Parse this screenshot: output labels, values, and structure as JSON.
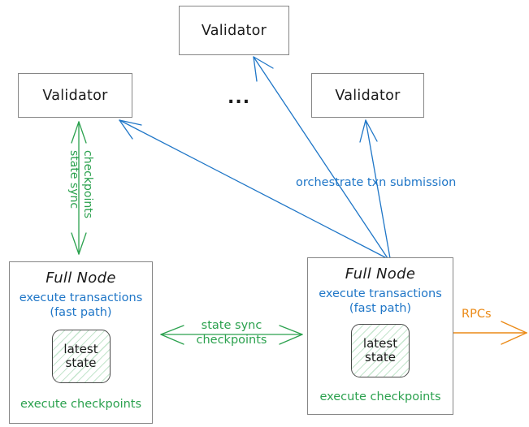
{
  "diagram": {
    "title_nodes": {
      "validator_label": "Validator",
      "fullnode_label": "Full Node"
    },
    "validators": [
      {
        "name": "validator-top",
        "label": "Validator"
      },
      {
        "name": "validator-left",
        "label": "Validator"
      },
      {
        "name": "validator-right",
        "label": "Validator"
      }
    ],
    "ellipsis": "...",
    "full_nodes": [
      {
        "name": "full-node-left",
        "title": "Full Node",
        "blue_line_1": "execute transactions",
        "blue_line_2": "(fast path)",
        "state_line_1": "latest",
        "state_line_2": "state",
        "green_footer": "execute checkpoints"
      },
      {
        "name": "full-node-right",
        "title": "Full Node",
        "blue_line_1": "execute transactions",
        "blue_line_2": "(fast path)",
        "state_line_1": "latest",
        "state_line_2": "state",
        "green_footer": "execute checkpoints"
      }
    ],
    "edge_labels": {
      "orchestrate": "orchestrate txn submission",
      "state_sync_vertical_line_1": "state sync",
      "state_sync_vertical_line_2": "checkpoints",
      "state_sync_middle_line_1": "state sync",
      "state_sync_middle_line_2": "checkpoints",
      "rpcs": "RPCs"
    },
    "colors": {
      "blue": "#1f76c7",
      "green": "#2ba14e",
      "orange": "#eb8a16",
      "box_border": "#868686",
      "text": "#1a1a1a"
    }
  }
}
